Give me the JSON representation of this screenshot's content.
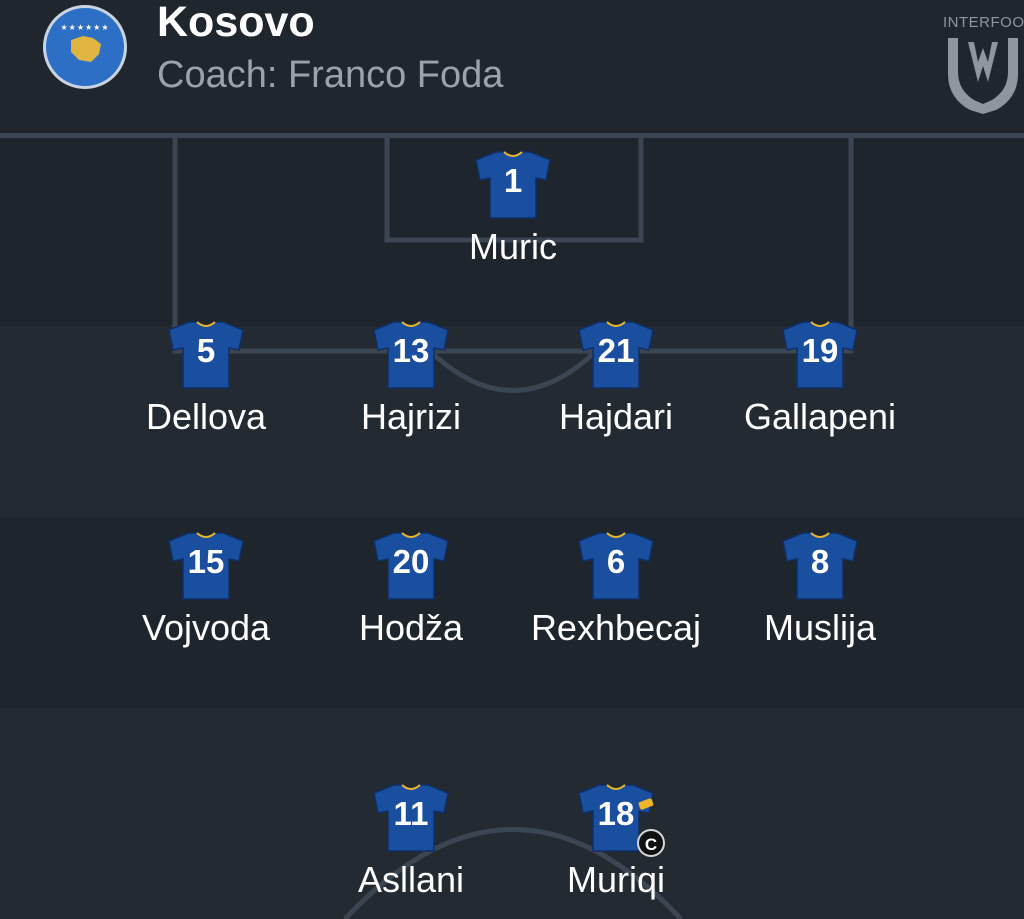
{
  "header": {
    "team": "Kosovo",
    "coach": "Coach: Franco Foda",
    "flag_icon": "kosovo-flag-icon",
    "brand_text": "INTERFOOTBA"
  },
  "colors": {
    "background": "#1f252d",
    "jersey": "#1a4fa0",
    "line": "#3b4652",
    "captain_armband": "#f0b429"
  },
  "lineup": {
    "goalkeeper": [
      {
        "number": "1",
        "name": "Muric"
      }
    ],
    "defenders": [
      {
        "number": "5",
        "name": "Dellova"
      },
      {
        "number": "13",
        "name": "Hajrizi"
      },
      {
        "number": "21",
        "name": "Hajdari"
      },
      {
        "number": "19",
        "name": "Gallapeni"
      }
    ],
    "midfielders": [
      {
        "number": "15",
        "name": "Vojvoda"
      },
      {
        "number": "20",
        "name": "Hodža"
      },
      {
        "number": "6",
        "name": "Rexhbecaj"
      },
      {
        "number": "8",
        "name": "Muslija"
      }
    ],
    "forwards": [
      {
        "number": "11",
        "name": "Asllani"
      },
      {
        "number": "18",
        "name": "Muriqi"
      }
    ]
  },
  "captain": {
    "label": "C",
    "player": "Muriqi"
  }
}
